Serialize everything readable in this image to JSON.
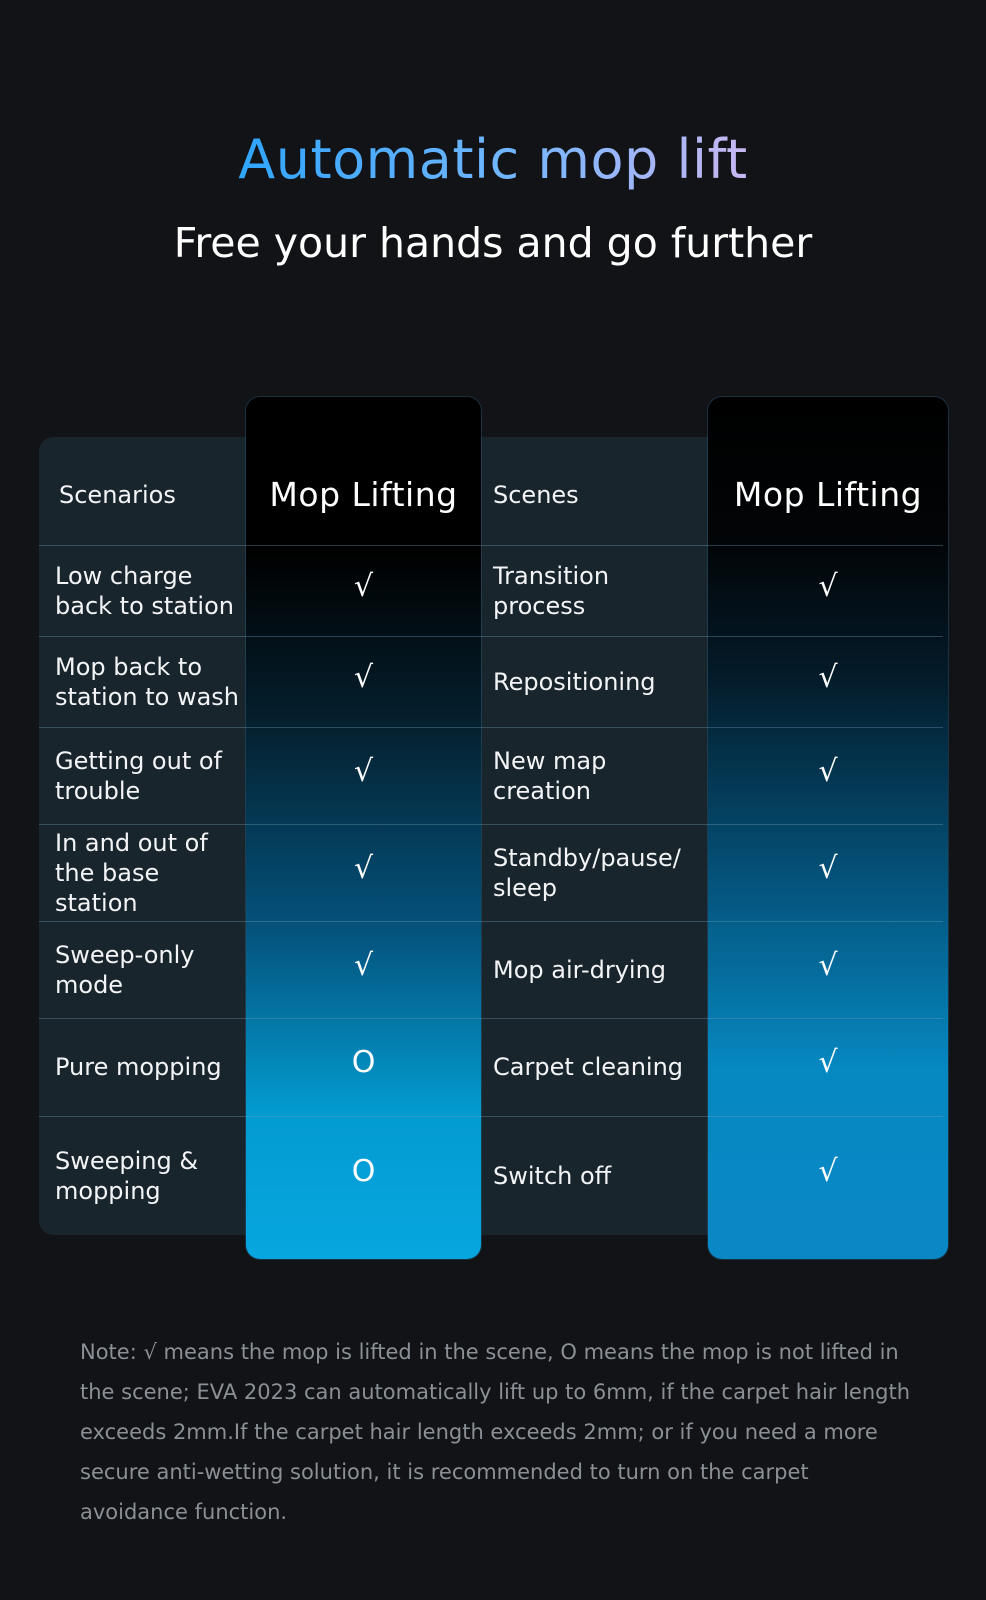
{
  "header": {
    "title": "Automatic mop lift",
    "subtitle": "Free your hands and go further"
  },
  "table": {
    "left_header": "Scenarios",
    "left_mark_header": "Mop Lifting",
    "right_header": "Scenes",
    "right_mark_header": "Mop Lifting",
    "rows": [
      {
        "left": "Low charge back to station",
        "left_mark": "√",
        "right": "Transition process",
        "right_mark": "√"
      },
      {
        "left": "Mop back to station to wash",
        "left_mark": "√",
        "right": "Repositioning",
        "right_mark": "√"
      },
      {
        "left": "Getting out of trouble",
        "left_mark": "√",
        "right": "New map creation",
        "right_mark": "√"
      },
      {
        "left": "In and out of the base station",
        "left_mark": "√",
        "right": "Standby/pause/ sleep",
        "right_mark": "√"
      },
      {
        "left": "Sweep-only mode",
        "left_mark": "√",
        "right": "Mop air-drying",
        "right_mark": "√"
      },
      {
        "left": "Pure mopping",
        "left_mark": "O",
        "right": "Carpet cleaning",
        "right_mark": "√"
      },
      {
        "left": "Sweeping & mopping",
        "left_mark": "O",
        "right": "Switch off",
        "right_mark": "√"
      }
    ]
  },
  "note": "Note: √ means the mop is lifted in the scene, O means the mop is not lifted in the scene; EVA 2023 can automatically lift up to 6mm, if the carpet hair length exceeds 2mm.If the carpet hair length exceeds 2mm; or if you need a more secure anti-wetting solution, it is recommended to turn on the carpet avoidance function.",
  "colors": {
    "background": "#111316",
    "panel": "#19252c",
    "title_gradient_start": "#2fa5ff",
    "title_gradient_end": "#c8b7f1",
    "highlight_column_bottom": "#07a6e0",
    "note_text": "#8a9096"
  }
}
